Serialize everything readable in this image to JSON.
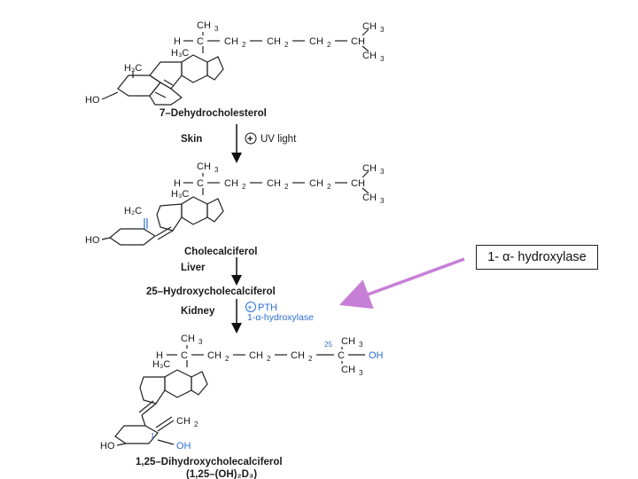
{
  "steps": {
    "dehydro": {
      "name": "7–Dehydrocholesterol"
    },
    "skin": {
      "site": "Skin",
      "effector": "UV light"
    },
    "chole": {
      "name": "Cholecalciferol"
    },
    "liver": {
      "site": "Liver"
    },
    "hydroxy25": {
      "name": "25–Hydroxycholecalciferol"
    },
    "kidney": {
      "site": "Kidney",
      "effector": "PTH",
      "enzyme": "1-α-hydroxylase"
    },
    "dihydroxy": {
      "name": "1,25–Dihydroxycholecalciferol",
      "formula": "(1,25–(OH)₂D₃)"
    }
  },
  "atoms": {
    "ch3": "CH",
    "h3c": "H₃C",
    "h2c": "H₂C",
    "ho": "HO",
    "oh": "OH",
    "h": "H",
    "c": "C",
    "ch2": "CH",
    "ch": "CH",
    "plus": "+",
    "sub3": "3",
    "sub2": "2",
    "pos25": "25",
    "pos1": "1"
  },
  "callout": {
    "text": "1- α- hydroxylase",
    "arrow_color": "#c77fd6"
  },
  "colors": {
    "annotation": "#2a6fd6",
    "arrow": "#c77fd6"
  }
}
